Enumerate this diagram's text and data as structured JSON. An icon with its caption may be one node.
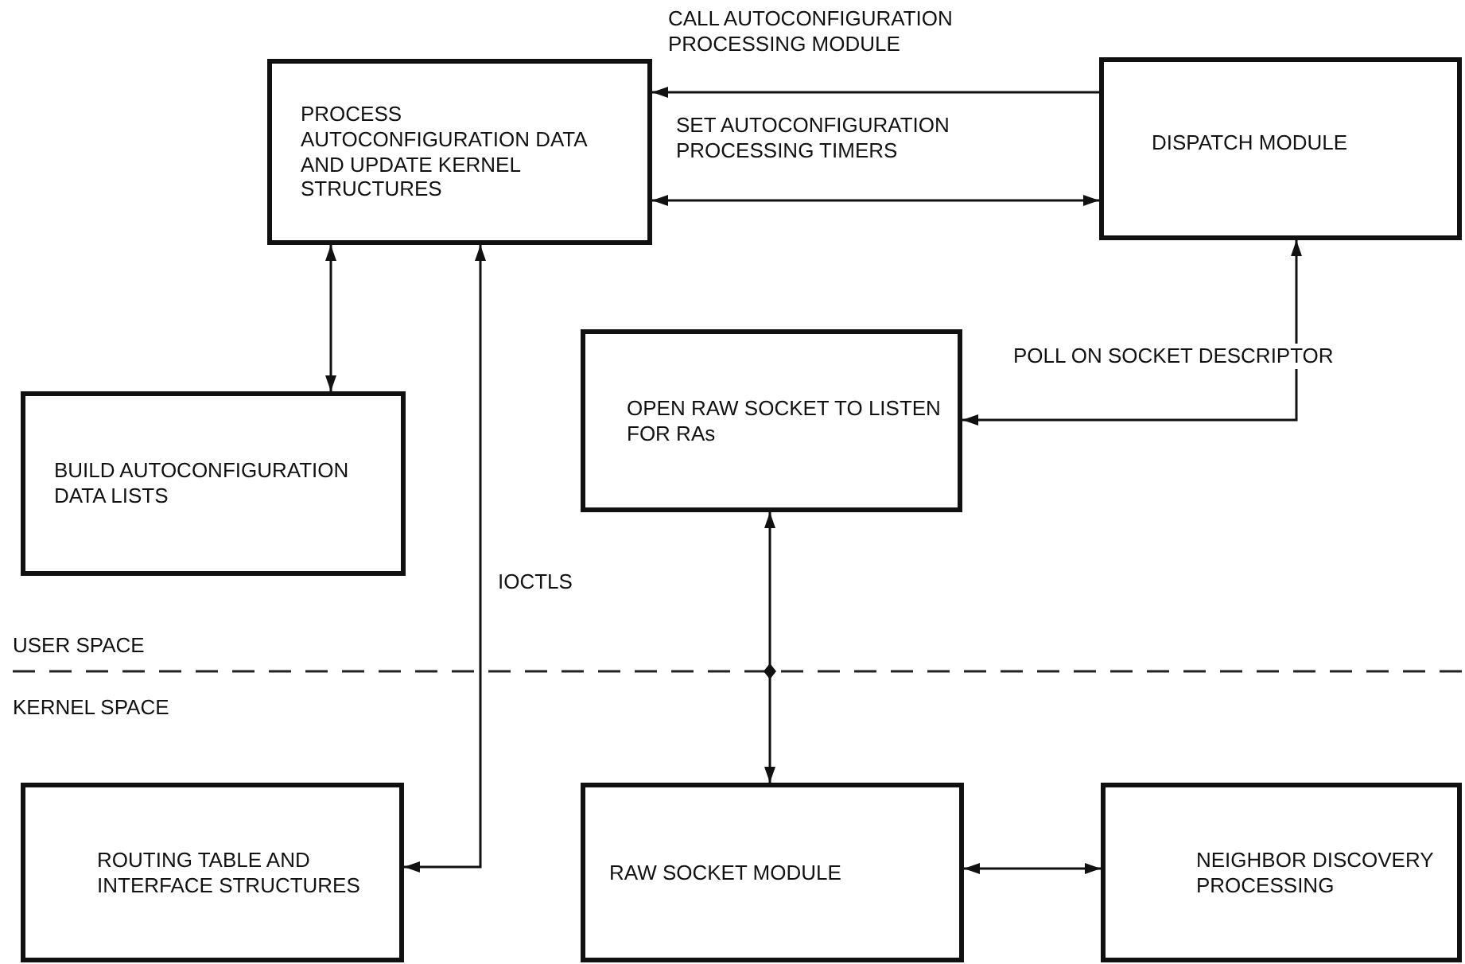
{
  "diagram": {
    "nodes": [
      {
        "text": [
          "PROCESS AUTOCONFIGURATION DATA AND UPDATE KERNEL STRUCTURES"
        ]
      },
      {
        "text": [
          "DISPATCH MODULE"
        ]
      },
      {
        "text": [
          "BUILD AUTOCONFIGURATION DATA LISTS"
        ]
      },
      {
        "text": [
          "OPEN RAW SOCKET TO LISTEN FOR RAs"
        ]
      },
      {
        "text": [
          "ROUTING TABLE AND INTERFACE STRUCTURES"
        ]
      },
      {
        "text": [
          "RAW SOCKET MODULE"
        ]
      },
      {
        "text": [
          "NEIGHBOR DISCOVERY PROCESSING"
        ]
      }
    ],
    "edges": [
      {
        "from": 1,
        "to": 0,
        "arrow": "to",
        "label": "CALL AUTOCONFIGURATION PROCESSING MODULE"
      },
      {
        "from": 0,
        "to": 1,
        "arrow": "both",
        "label": "SET AUTOCONFIGURATION PROCESSING TIMERS"
      },
      {
        "from": 0,
        "to": 2,
        "arrow": "both"
      },
      {
        "from": 4,
        "to": 0,
        "arrow": "both",
        "label": "IOCTLS"
      },
      {
        "from": 1,
        "to": 3,
        "arrow": "both",
        "label": "POLL ON SOCKET DESCRIPTOR"
      },
      {
        "from": 3,
        "to": 5,
        "arrow": "both"
      },
      {
        "from": 5,
        "to": 6,
        "arrow": "both"
      }
    ],
    "labels": [
      "USER SPACE",
      "KERNEL SPACE"
    ]
  }
}
